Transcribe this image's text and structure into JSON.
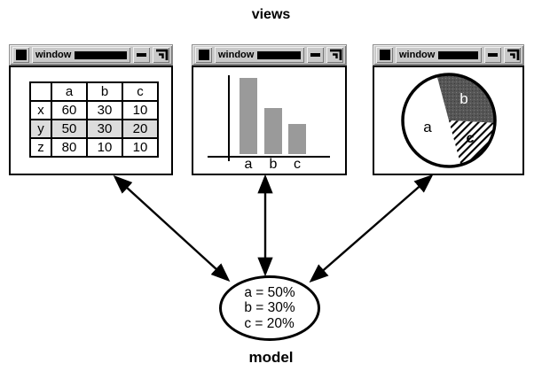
{
  "page": {
    "views_label": "views",
    "model_label": "model"
  },
  "windows": [
    {
      "title": "window",
      "view": "table"
    },
    {
      "title": "window",
      "view": "bar chart"
    },
    {
      "title": "window",
      "view": "pie chart"
    }
  ],
  "model": {
    "lines": [
      "a = 50%",
      "b = 30%",
      "c = 20%"
    ]
  },
  "chart_data": [
    {
      "type": "table",
      "columns": [
        "",
        "a",
        "b",
        "c"
      ],
      "rows": [
        [
          "x",
          60,
          30,
          10
        ],
        [
          "y",
          50,
          30,
          20
        ],
        [
          "z",
          80,
          10,
          10
        ]
      ],
      "highlighted_row_index": 1
    },
    {
      "type": "bar",
      "categories": [
        "a",
        "b",
        "c"
      ],
      "values": [
        50,
        30,
        20
      ],
      "ylim": [
        0,
        55
      ],
      "grid": false,
      "bar_color": "#9a9a9a"
    },
    {
      "type": "pie",
      "labels": [
        "a",
        "b",
        "c"
      ],
      "values": [
        50,
        30,
        20
      ],
      "start_angle_deg": 105,
      "direction": "clockwise",
      "slice_styles": [
        "white",
        "dark-gray-dotted",
        "diagonal-hatch"
      ]
    }
  ],
  "icons": {
    "menu": "window-menu-icon",
    "minimize": "minimize-icon",
    "maximize": "maximize-icon"
  },
  "colors": {
    "titlebar_gray": "#c9c9c9",
    "bar_gray": "#9a9a9a",
    "pie_dark": "#565656",
    "row_highlight": "#dcdcdc",
    "ink": "#000000"
  }
}
